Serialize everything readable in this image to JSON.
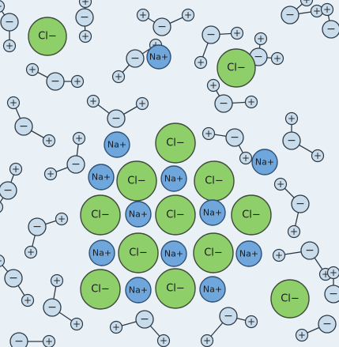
{
  "labels": {
    "chloride": "Cl−",
    "sodium": "Na+",
    "oxygen_sign": "−",
    "hydrogen_sign": "+"
  },
  "colors": {
    "background": "#e9f1f6",
    "chloride_fill": "#8fcf6a",
    "chloride_stroke": "#3e4a3a",
    "sodium_fill": "#6fa7dd",
    "sodium_stroke": "#2f4f72",
    "water_fill": "#c9dcec",
    "water_stroke": "#2d3a46",
    "bond": "#2d3a46"
  },
  "structure": {
    "crystal_lattice_rows": [
      [
        "Cl−",
        "Na+",
        "Cl−"
      ],
      [
        "Cl−",
        "Na+",
        "Cl−",
        "Na+",
        "Cl−"
      ],
      [
        "Na+",
        "Cl−",
        "Na+",
        "Cl−",
        "Na+"
      ],
      [
        "Cl−",
        "Na+",
        "Cl−",
        "Na+"
      ]
    ],
    "free_ions": [
      "Cl−",
      "Cl−",
      "Cl−",
      "Na+",
      "Na+",
      "Na+"
    ]
  }
}
